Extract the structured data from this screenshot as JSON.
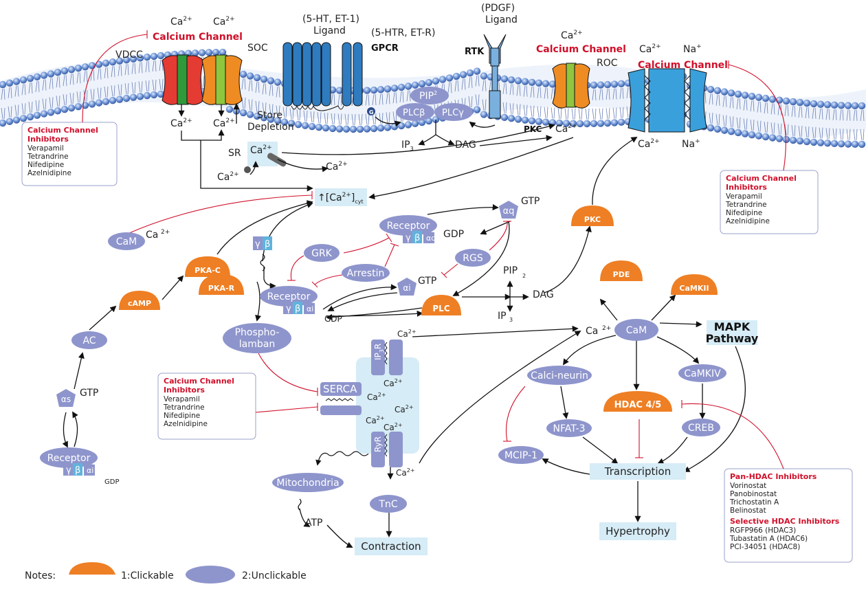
{
  "membrane": {
    "vdcc": "VDCC",
    "soc": "SOC",
    "roc": "ROC",
    "ca2plus": "Ca",
    "ca_sup": "2+",
    "na": "Na",
    "na_sup": "+",
    "calcium_channel": "Calcium Channel",
    "ligand_5ht": "(5-HT, ET-1)",
    "ligand_word": "Ligand",
    "receptor_5htr": "(5-HTR, ET-R)",
    "gpcr": "GPCR",
    "pdgf": "(PDGF)",
    "rtk": "RTK",
    "pkc_label": "PKC",
    "store_depletion": [
      "Store",
      "Depletion"
    ],
    "sr": "SR",
    "g_badge": "G"
  },
  "boxes": [
    {
      "title": [
        "Calcium Channel",
        "Inhibitors"
      ],
      "items": [
        "Verapamil",
        "Tetrandrine",
        "Nifedipine",
        "Azelnidipine"
      ]
    },
    {
      "title": [
        "Calcium Channel",
        "Inhibitors"
      ],
      "items": [
        "Verapamil",
        "Tetrandrine",
        "Nifedipine",
        "Azelnidipine"
      ]
    },
    {
      "title": [
        "Calcium Channel",
        "Inhibitors"
      ],
      "items": [
        "Verapamil",
        "Tetrandrine",
        "Nifedipine",
        "Azelnidipine"
      ]
    },
    {
      "title": [
        "Pan-HDAC Inhibitors"
      ],
      "items": [
        "Vorinostat",
        "Panobinostat",
        "Trichostatin A",
        "Belinostat"
      ],
      "title2": "Selective HDAC Inhibitors",
      "items2": [
        "RGFP966 (HDAC3)",
        "Tubastatin A (HDAC6)",
        "PCI-34051 (HDAC8)"
      ]
    }
  ],
  "nodes": {
    "pip2": "PIP",
    "plcb": "PLCβ",
    "plcg": "PLCγ",
    "ip3": "IP",
    "dag": "DAG",
    "cacyt": "[Ca",
    "cyt": "cyt",
    "cam": "CaM",
    "pkac": "PKA-C",
    "pkar": "PKA-R",
    "camp": "cAMP",
    "ac": "AC",
    "alpha_s": "α",
    "gtp": "GTP",
    "gdp": "GDP",
    "receptor": "Receptor",
    "gamma": "γ",
    "beta": "β",
    "alpha_i": "α",
    "alpha_q": "αq",
    "grk": "GRK",
    "arrestin": "Arrestin",
    "rgs": "RGS",
    "plc": "PLC",
    "pkc": "PKC",
    "pde": "PDE",
    "camkii": "CaMKII",
    "phospholamban": [
      "Phospho-",
      "lamban"
    ],
    "serca": "SERCA",
    "ip3r": "IP",
    "ryr": "RyR",
    "mitochondria": "Mitochondria",
    "atp": "ATP",
    "tnc": "TnC",
    "contraction": "Contraction",
    "calcineurin": "Calci-neurin",
    "nfat3": "NFAT-3",
    "mcip1": "MCIP-1",
    "hdac45": "HDAC 4/5",
    "camkiv": "CaMKIV",
    "creb": "CREB",
    "transcription": "Transcription",
    "hypertrophy": "Hypertrophy",
    "mapk": [
      "MAPK",
      "Pathway"
    ]
  },
  "notes": {
    "label": "Notes:",
    "clickable": "1:Clickable",
    "unclickable": "2:Unclickable"
  },
  "colors": {
    "orange": "#ee7f24",
    "purple": "#8e95cc",
    "lightblue": "#d6ecf6",
    "membrane": "#7fa6dc",
    "red": "#d0102a",
    "channel_blue": "#2f7bbf"
  }
}
